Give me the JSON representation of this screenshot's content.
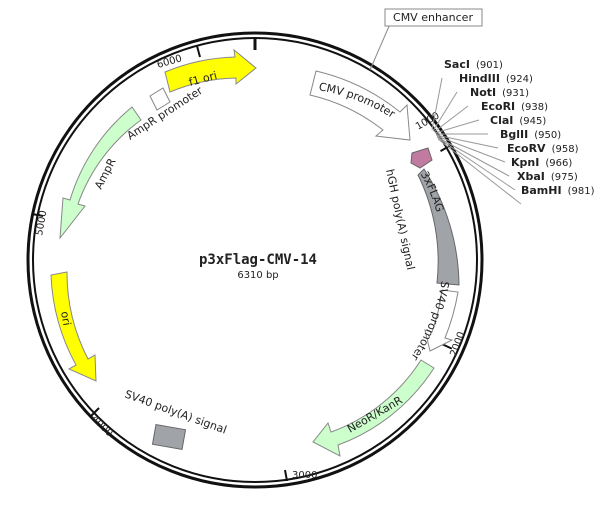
{
  "plasmid": {
    "name": "p3xFlag-CMV-14",
    "size_label": "6310 bp",
    "total_bp": 6310
  },
  "ticks": [
    {
      "bp": 1000,
      "label": "1000"
    },
    {
      "bp": 2000,
      "label": "2000"
    },
    {
      "bp": 3000,
      "label": "3000"
    },
    {
      "bp": 4000,
      "label": "4000"
    },
    {
      "bp": 5000,
      "label": "5000"
    },
    {
      "bp": 6000,
      "label": "6000"
    }
  ],
  "features": {
    "cmv_enhancer": "CMV enhancer",
    "cmv_promoter": "CMV promoter",
    "flag": "3xFLAG",
    "hgh_polya": "hGH poly(A) signal",
    "sv40_promoter": "SV40 promoter",
    "neor": "NeoR/KanR",
    "sv40_polya": "SV40 poly(A) signal",
    "ori": "ori",
    "ampr": "AmpR",
    "ampr_promoter": "AmpR promoter",
    "f1_ori": "f1 ori"
  },
  "colors": {
    "f1_ori": "#ffff00",
    "ori": "#ffff00",
    "ampr": "#ccffcc",
    "neor": "#ccffcc",
    "promoter": "#ffffff",
    "polya": "#a0a4a8",
    "flag": "#c27ba0"
  },
  "sites": [
    {
      "name": "SacI",
      "pos": "(901)"
    },
    {
      "name": "HindIII",
      "pos": "(924)"
    },
    {
      "name": "NotI",
      "pos": "(931)"
    },
    {
      "name": "EcoRI",
      "pos": "(938)"
    },
    {
      "name": "ClaI",
      "pos": "(945)"
    },
    {
      "name": "BglII",
      "pos": "(950)"
    },
    {
      "name": "EcoRV",
      "pos": "(958)"
    },
    {
      "name": "KpnI",
      "pos": "(966)"
    },
    {
      "name": "XbaI",
      "pos": "(975)"
    },
    {
      "name": "BamHI",
      "pos": "(981)"
    }
  ]
}
